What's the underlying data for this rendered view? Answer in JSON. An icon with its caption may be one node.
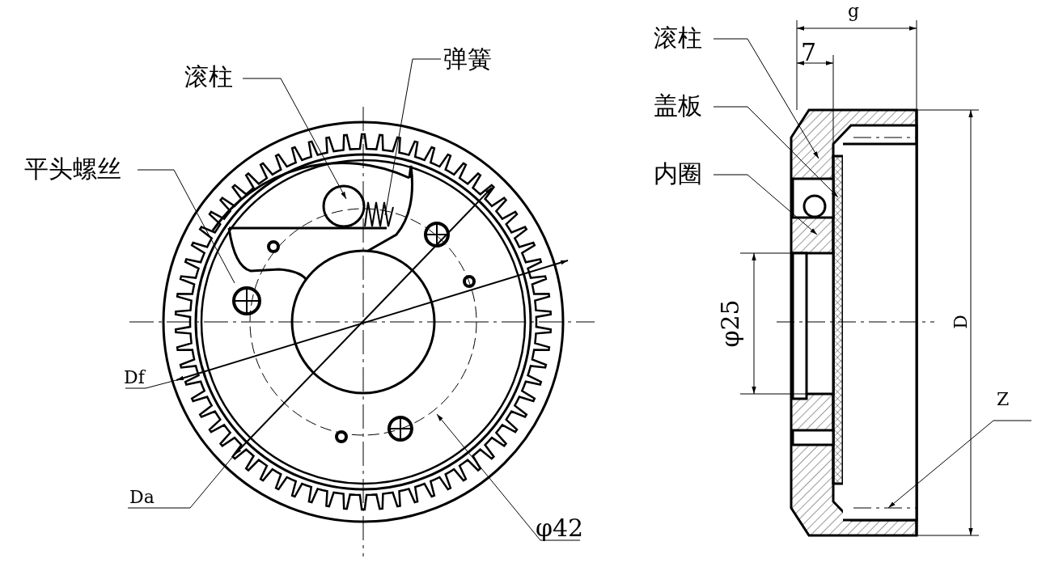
{
  "diagram": {
    "nodes": [
      {
        "text": [
          "滚柱"
        ]
      },
      {
        "text": [
          "弹簧"
        ]
      },
      {
        "text": [
          "平头螺丝"
        ]
      },
      {
        "text": [
          "Df"
        ]
      },
      {
        "text": [
          "Da"
        ]
      },
      {
        "text": [
          "φ42"
        ]
      },
      {
        "text": [
          "滚柱"
        ]
      },
      {
        "text": [
          "盖板"
        ]
      },
      {
        "text": [
          "内圈"
        ]
      },
      {
        "text": [
          "Z"
        ]
      }
    ],
    "edges": [
      {
        "from": 0,
        "to": null,
        "arrow": "to"
      },
      {
        "from": 1,
        "to": null,
        "arrow": "none"
      },
      {
        "from": 2,
        "to": null,
        "arrow": "none"
      },
      {
        "from": 3,
        "to": null,
        "arrow": "none"
      },
      {
        "from": 4,
        "to": null,
        "arrow": "none"
      },
      {
        "from": 5,
        "to": null,
        "arrow": "to"
      },
      {
        "from": 6,
        "to": null,
        "arrow": "to"
      },
      {
        "from": 7,
        "to": null,
        "arrow": "to"
      },
      {
        "from": 8,
        "to": null,
        "arrow": "to"
      },
      {
        "from": 9,
        "to": null,
        "arrow": "to"
      }
    ],
    "labels": [
      "g",
      "7",
      "φ25",
      "D"
    ]
  }
}
